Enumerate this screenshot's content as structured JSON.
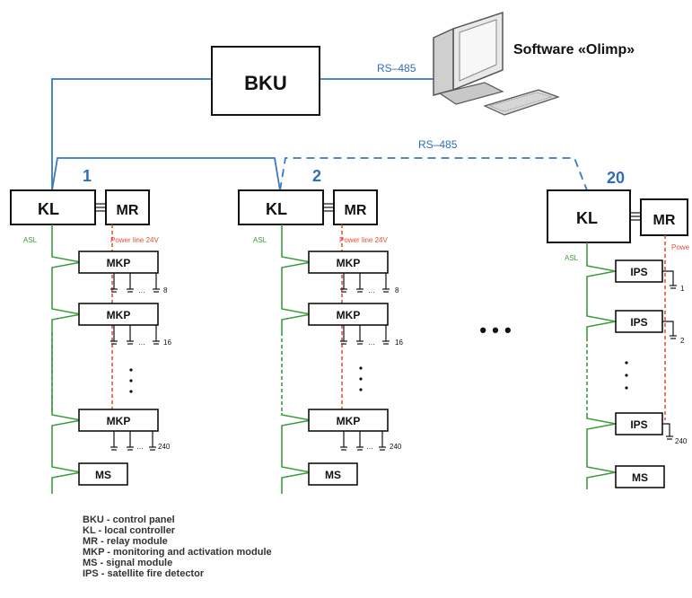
{
  "bku": {
    "label": "BKU"
  },
  "software": {
    "label": "Software «Olimp»"
  },
  "rs485_top": "RS–485",
  "rs485_mid": "RS–485",
  "loops": [
    {
      "number": "1",
      "kl": "KL",
      "mr": "MR",
      "asl": "ASL",
      "power": "Power line 24V",
      "modules": [
        {
          "label": "MKP",
          "count": "8"
        },
        {
          "label": "MKP",
          "count": "16"
        },
        {
          "label": "MKP",
          "count": "240"
        }
      ],
      "ms": "MS"
    },
    {
      "number": "2",
      "kl": "KL",
      "mr": "MR",
      "asl": "ASL",
      "power": "Power line 24V",
      "modules": [
        {
          "label": "MKP",
          "count": "8"
        },
        {
          "label": "MKP",
          "count": "16"
        },
        {
          "label": "MKP",
          "count": "240"
        }
      ],
      "ms": "MS"
    },
    {
      "number": "20",
      "kl": "KL",
      "mr": "MR",
      "asl": "ASL",
      "power": "Powe",
      "modules": [
        {
          "label": "IPS",
          "count": "1"
        },
        {
          "label": "IPS",
          "count": "2"
        },
        {
          "label": "IPS",
          "count": "240"
        }
      ],
      "ms": "MS"
    }
  ],
  "ellipsis_dots": "• • •",
  "detector_dots": "…",
  "legend": [
    "BKU - control panel",
    "KL - local controller",
    "MR - relay module",
    "MKP - monitoring and activation module",
    "MS - signal module",
    "IPS - satellite fire detector"
  ]
}
